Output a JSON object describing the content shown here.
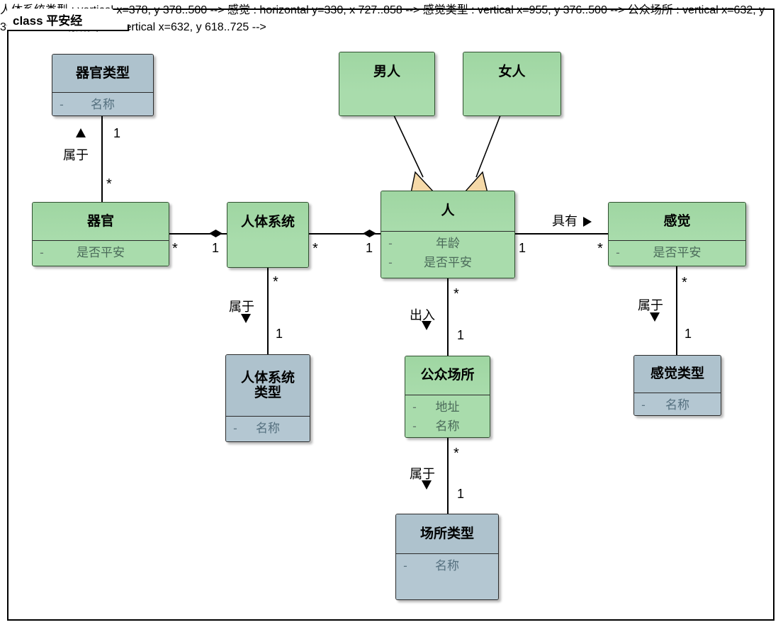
{
  "diagram": {
    "frame_keyword": "class",
    "frame_title": "class 平安经",
    "type": "uml-class-diagram"
  },
  "classes": {
    "organ_type": {
      "name": "器官类型",
      "attributes": [
        {
          "visibility": "-",
          "name": "名称"
        }
      ]
    },
    "organ": {
      "name": "器官",
      "attributes": [
        {
          "visibility": "-",
          "name": "是否平安"
        }
      ]
    },
    "body_system": {
      "name": "人体系统",
      "attributes": []
    },
    "body_system_type": {
      "name": "人体系统\n类型",
      "name_line1": "人体系统",
      "name_line2": "类型",
      "attributes": [
        {
          "visibility": "-",
          "name": "名称"
        }
      ]
    },
    "man": {
      "name": "男人",
      "attributes": []
    },
    "woman": {
      "name": "女人",
      "attributes": []
    },
    "person": {
      "name": "人",
      "attributes": [
        {
          "visibility": "-",
          "name": "年龄"
        },
        {
          "visibility": "-",
          "name": "是否平安"
        }
      ]
    },
    "sense": {
      "name": "感觉",
      "attributes": [
        {
          "visibility": "-",
          "name": "是否平安"
        }
      ]
    },
    "sense_type": {
      "name": "感觉类型",
      "attributes": [
        {
          "visibility": "-",
          "name": "名称"
        }
      ]
    },
    "public_place": {
      "name": "公众场所",
      "attributes": [
        {
          "visibility": "-",
          "name": "地址"
        },
        {
          "visibility": "-",
          "name": "名称"
        }
      ]
    },
    "place_type": {
      "name": "场所类型",
      "attributes": [
        {
          "visibility": "-",
          "name": "名称"
        }
      ]
    }
  },
  "relationships": [
    {
      "id": "organ-organtype",
      "label": "属于",
      "direction": "up",
      "source": "器官",
      "target": "器官类型",
      "source_mult": "*",
      "target_mult": "1"
    },
    {
      "id": "organ-bodysystem",
      "label": "",
      "kind": "composition",
      "source": "人体系统",
      "target": "器官",
      "source_mult": "1",
      "target_mult": "*"
    },
    {
      "id": "bodysystem-person",
      "label": "",
      "kind": "composition",
      "source": "人",
      "target": "人体系统",
      "source_mult": "1",
      "target_mult": "*"
    },
    {
      "id": "bodysystem-bstype",
      "label": "属于",
      "direction": "down",
      "source": "人体系统",
      "target": "人体系统类型",
      "source_mult": "*",
      "target_mult": "1"
    },
    {
      "id": "man-person",
      "kind": "generalization",
      "source": "男人",
      "target": "人"
    },
    {
      "id": "woman-person",
      "kind": "generalization",
      "source": "女人",
      "target": "人"
    },
    {
      "id": "person-sense",
      "label": "具有",
      "direction": "right",
      "source": "人",
      "target": "感觉",
      "source_mult": "1",
      "target_mult": "*"
    },
    {
      "id": "sense-sensetype",
      "label": "属于",
      "direction": "down",
      "source": "感觉",
      "target": "感觉类型",
      "source_mult": "*",
      "target_mult": "1"
    },
    {
      "id": "person-place",
      "label": "出入",
      "direction": "down",
      "source": "人",
      "target": "公众场所",
      "source_mult": "*",
      "target_mult": "1"
    },
    {
      "id": "place-placetype",
      "label": "属于",
      "direction": "down",
      "source": "公众场所",
      "target": "场所类型",
      "source_mult": "*",
      "target_mult": "1"
    }
  ],
  "edge_labels": {
    "belongs_to": "属于",
    "has": "具有",
    "enters_exits": "出入"
  },
  "multiplicities": {
    "one": "1",
    "many": "*"
  },
  "colors": {
    "class_green_fill": "#a9dcac",
    "class_green_header": "#9fd6a2",
    "class_gray_fill": "#b4c7d2",
    "class_gray_header": "#aec2cd",
    "border": "#2b2b2b",
    "attribute_text": "#4b6b5a",
    "line": "#000000",
    "generalization_arrow_fill": "#f5d9a8",
    "background": "#ffffff"
  }
}
